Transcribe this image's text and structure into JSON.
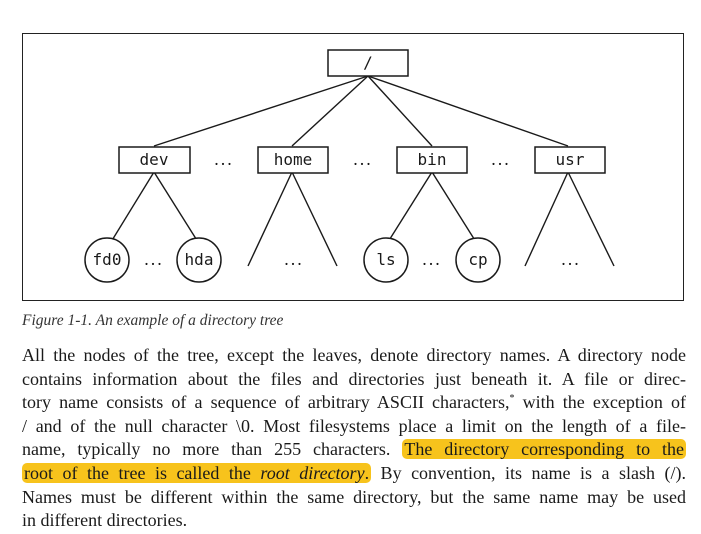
{
  "figure": {
    "root": "/",
    "dirs": [
      "dev",
      "home",
      "bin",
      "usr"
    ],
    "dev_leaves": [
      "fd0",
      "hda"
    ],
    "bin_leaves": [
      "ls",
      "cp"
    ],
    "ellipsis": "...",
    "caption": "Figure 1-1. An example of a directory tree"
  },
  "paragraph": {
    "l1": "All the nodes of the tree, except the leaves, denote directory names. A directory node",
    "l2": "contains information about the files and directories just beneath it. A file or direc-",
    "l3a": "tory name consists of a sequence of arbitrary ASCII characters,",
    "footnote_mark": "*",
    "l3b": " with the exception of",
    "l4": "/ and of the null character \\0. Most filesystems place a limit on the length of a file-",
    "l5a": "name, typically no more than 255 characters. ",
    "hl1": "The directory corresponding to the",
    "hl2a": "root of the tree is called the ",
    "hl2b": "root directory",
    "hl2c": ".",
    "l6b": " By convention, its name is a slash (/).",
    "l7": "Names must be different within the same directory, but the same name may be used",
    "l8": "in different directories."
  },
  "colors": {
    "highlight": "#f7c31c",
    "stroke": "#1a1a1a"
  }
}
